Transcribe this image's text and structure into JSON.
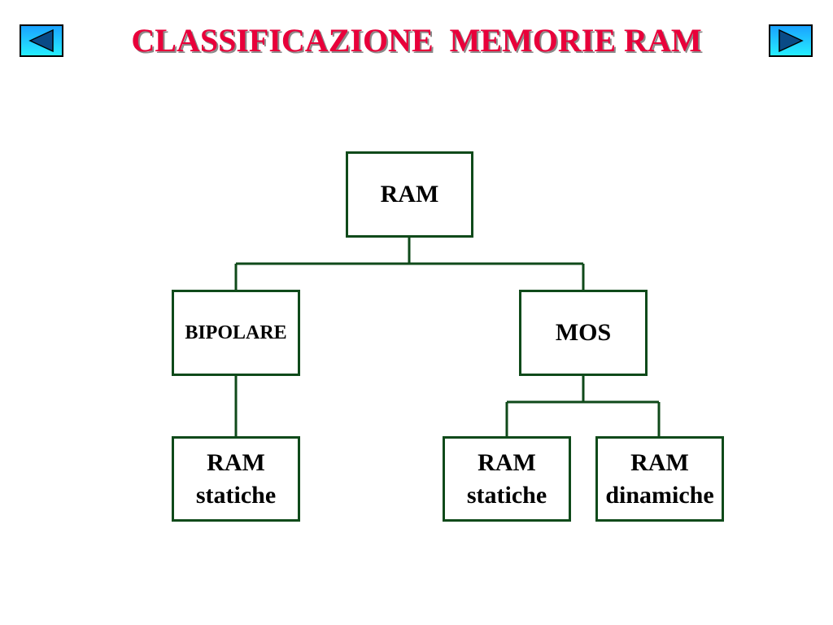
{
  "header": {
    "title": "CLASSIFICAZIONE  MEMORIE RAM"
  },
  "navigation": {
    "prev_icon": "triangle-left-icon",
    "next_icon": "triangle-right-icon",
    "button_gradient_top": "#1aa0ff",
    "button_gradient_bottom": "#26f0ff",
    "arrow_color": "#0a4a86"
  },
  "colors": {
    "title": "#e8003a",
    "title_shadow": "#8a8a8a",
    "box_border": "#0f4a1a",
    "connector": "#0f4a1a",
    "text": "#000000"
  },
  "diagram": {
    "root": {
      "label": "RAM"
    },
    "bipolare": {
      "label": "BIPOLARE"
    },
    "mos": {
      "label": "MOS"
    },
    "bipolare_static": {
      "line1": "RAM",
      "line2": "statiche"
    },
    "mos_static": {
      "line1": "RAM",
      "line2": "statiche"
    },
    "mos_dynamic": {
      "line1": "RAM",
      "line2": "dinamiche"
    }
  }
}
